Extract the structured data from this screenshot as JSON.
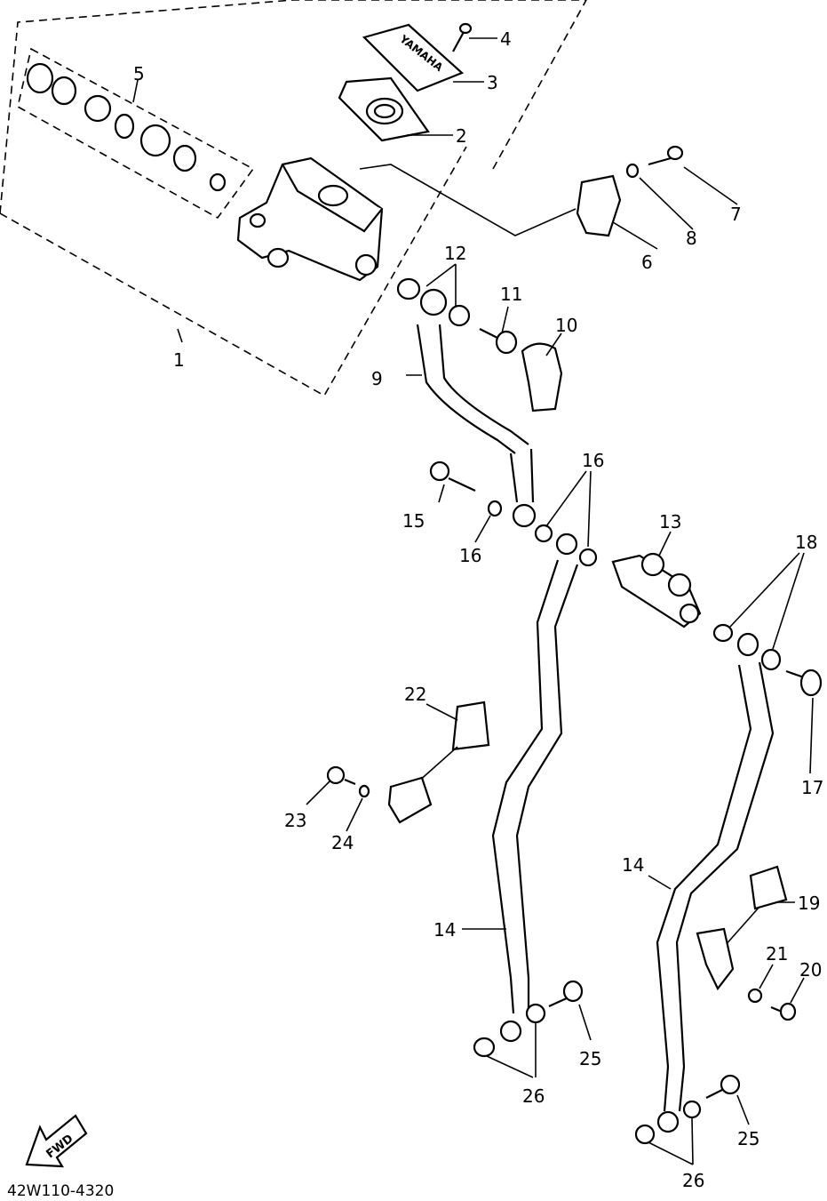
{
  "callouts": {
    "c1": "1",
    "c2": "2",
    "c3": "3",
    "c4": "4",
    "c5": "5",
    "c6": "6",
    "c7": "7",
    "c8": "8",
    "c9": "9",
    "c10": "10",
    "c11": "11",
    "c12": "12",
    "c13": "13",
    "c14a": "14",
    "c14b": "14",
    "c15": "15",
    "c16a": "16",
    "c16b": "16",
    "c17": "17",
    "c18": "18",
    "c19": "19",
    "c20": "20",
    "c21": "21",
    "c22": "22",
    "c23": "23",
    "c24": "24",
    "c25a": "25",
    "c25b": "25",
    "c26a": "26",
    "c26b": "26"
  },
  "fwd_label": "FWD",
  "diagram_code": "42W110-4320",
  "reservoir_logo": "YAMAHA",
  "colors": {
    "ink": "#000000",
    "paper": "#ffffff"
  }
}
